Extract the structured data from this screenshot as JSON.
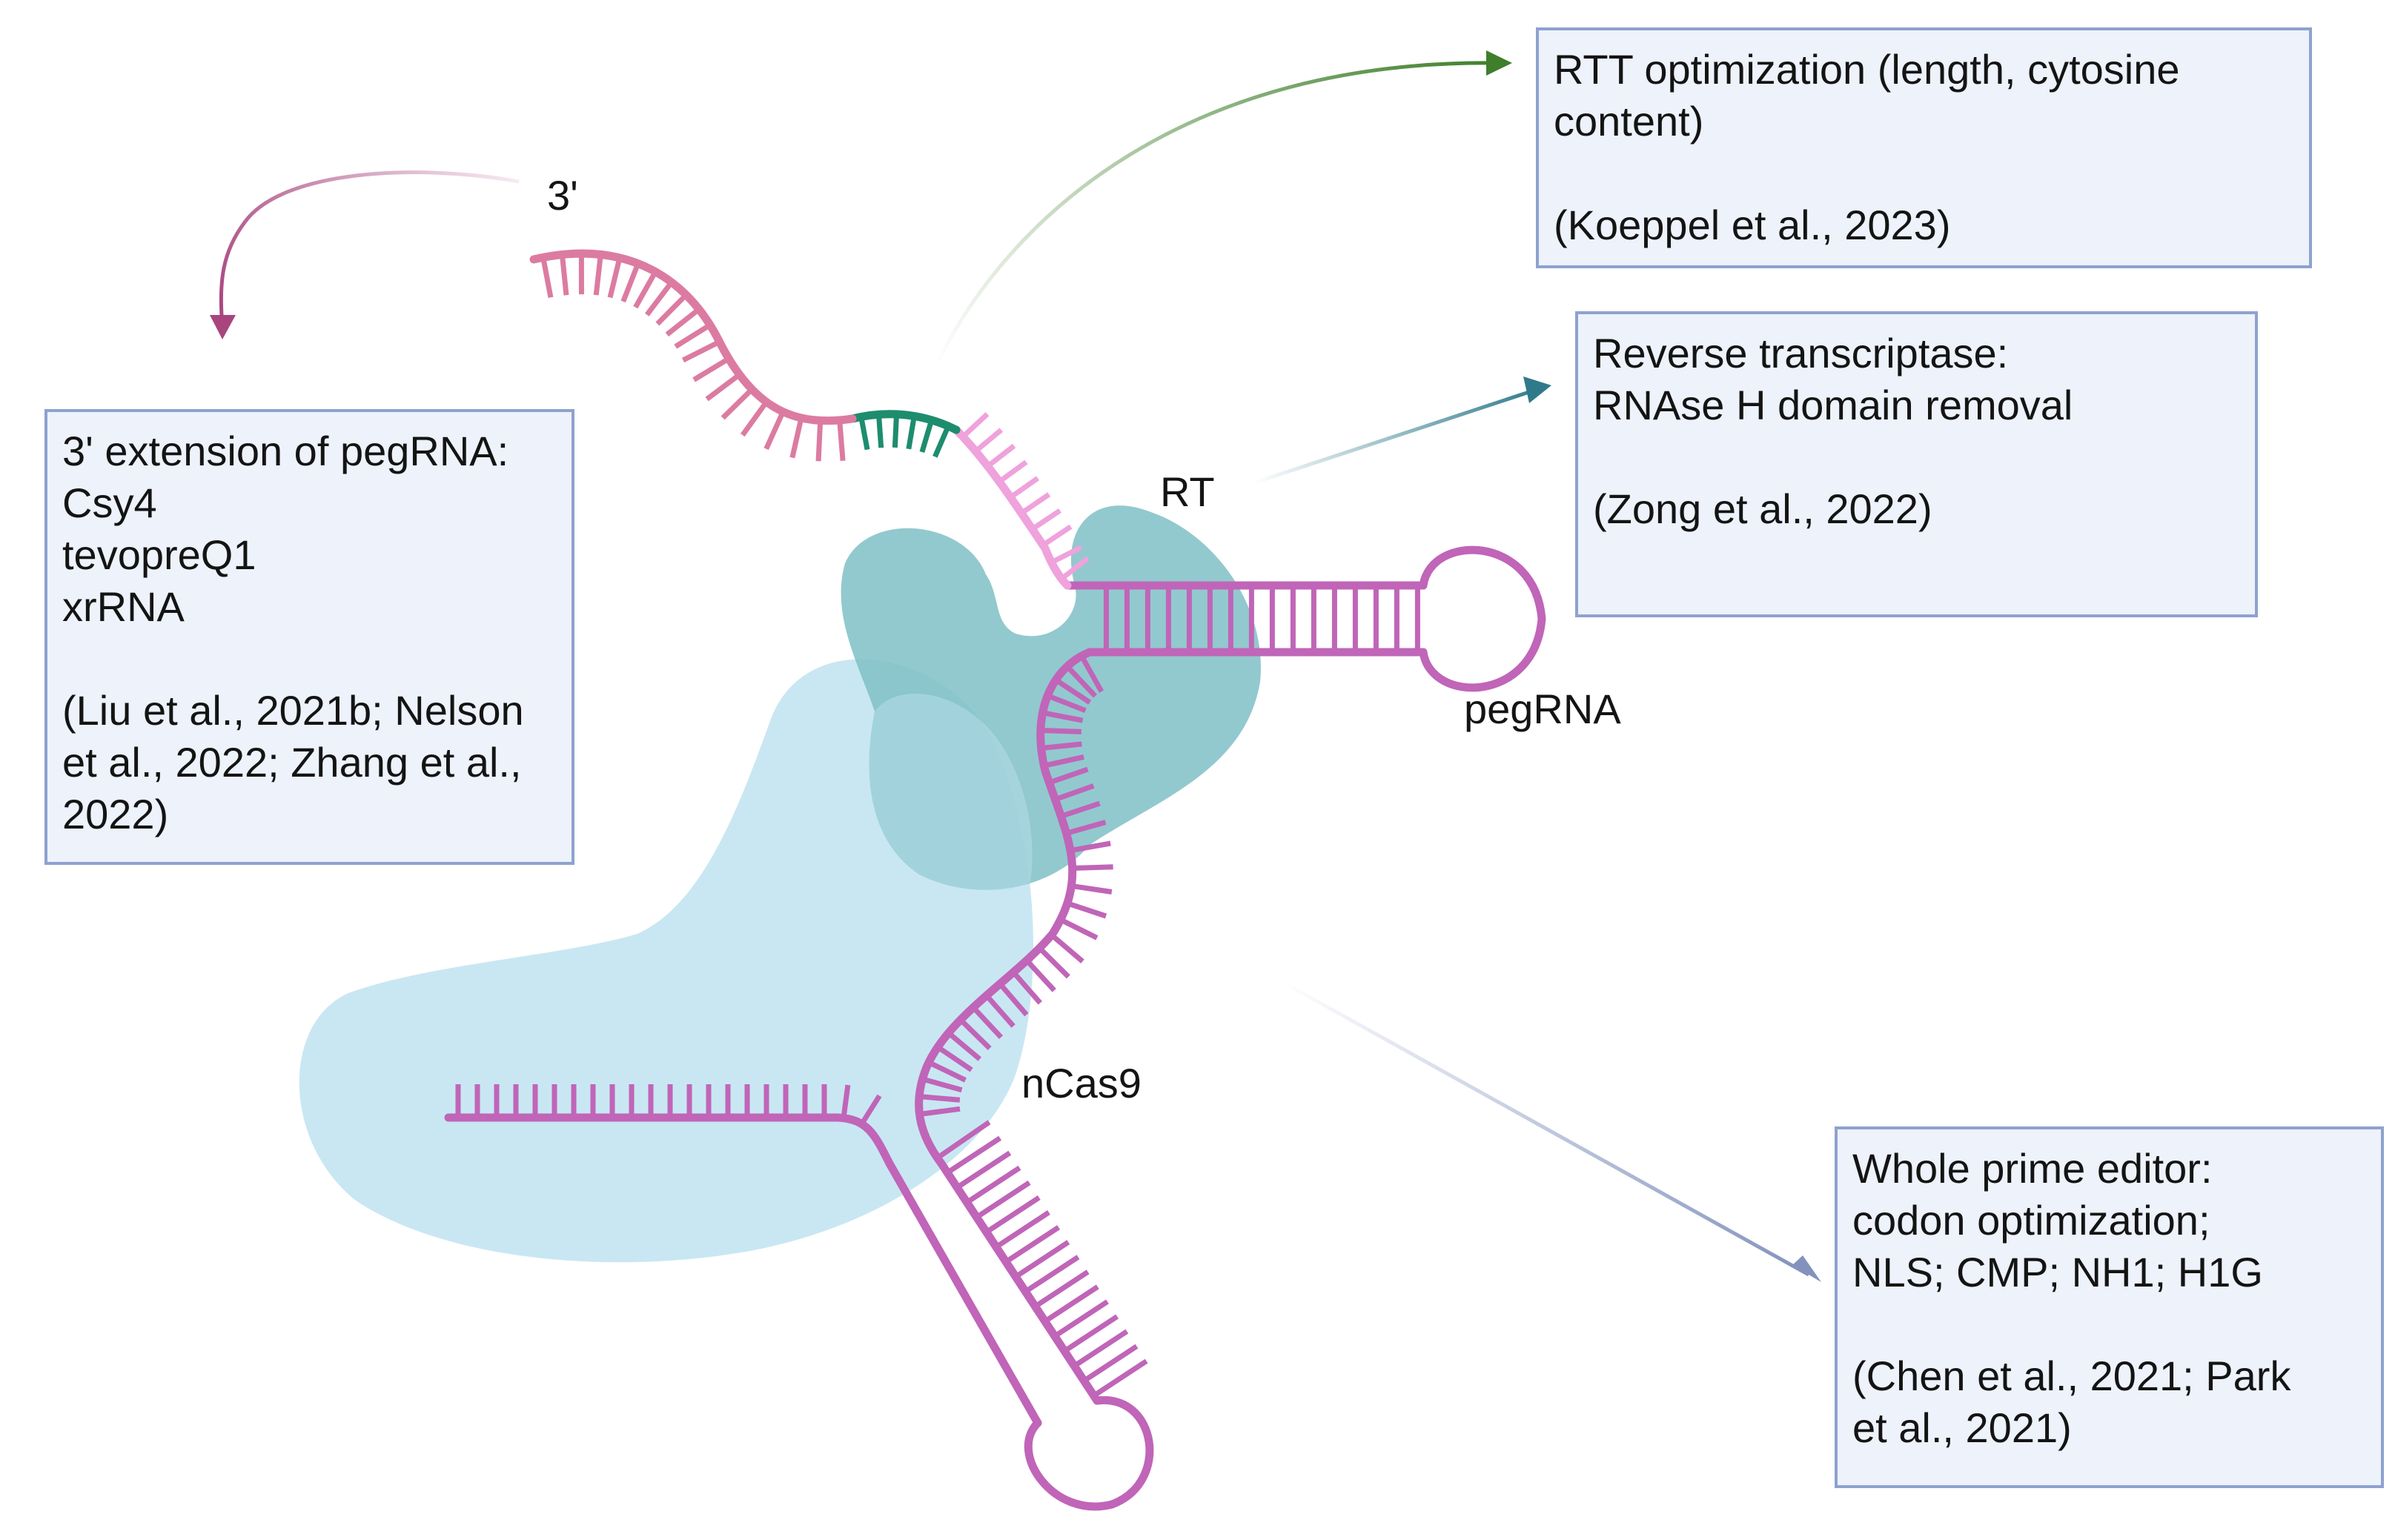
{
  "colors": {
    "rna": "#c065b8",
    "rna_light_pink": "#dc7ba1",
    "rna_pale": "#efa2dc",
    "pbs_green": "#1d8d6e",
    "nCas9": "#bfe3f0",
    "RT": "#7fbfc6",
    "arrow_magenta": "#a8457f",
    "arrow_green": "#3f7f2b",
    "arrow_teal": "#2f7a8a",
    "arrow_blue": "#8292bd",
    "box_fill": "#edf2fb",
    "box_border": "#8ea2cf"
  },
  "labels": {
    "three_prime": "3'",
    "rt": "RT",
    "pegrna": "pegRNA",
    "ncas9": "nCas9"
  },
  "boxes": {
    "extension": {
      "lines": [
        "3' extension of pegRNA:",
        "Csy4",
        "tevopreQ1",
        "xrRNA"
      ],
      "refs": [
        "(Liu et al., 2021b; Nelson",
        "et al., 2022; Zhang et al.,",
        "2022)"
      ]
    },
    "rtt": {
      "lines": [
        "RTT optimization (length, cytosine",
        "content)"
      ],
      "refs": [
        "(Koeppel et al., 2023)"
      ]
    },
    "rt": {
      "lines": [
        "Reverse transcriptase:",
        "RNAse H domain removal"
      ],
      "refs": [
        "(Zong et al., 2022)"
      ]
    },
    "whole": {
      "lines": [
        "Whole prime editor:",
        "codon optimization;",
        "NLS; CMP; NH1; H1G"
      ],
      "refs": [
        "(Chen et al., 2021; Park",
        "et al., 2021)"
      ]
    }
  }
}
